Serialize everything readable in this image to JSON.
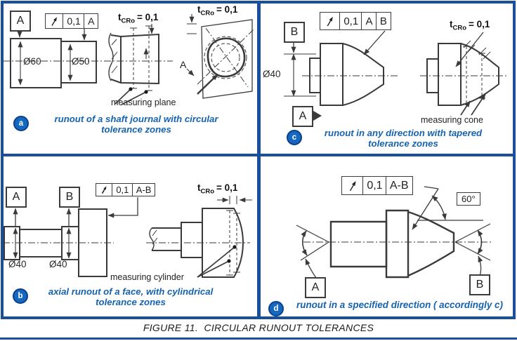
{
  "figure_caption": "FIGURE 11.  CIRCULAR RUNOUT TOLERANCES",
  "colors": {
    "frame_blue": "#1a4f9c",
    "caption_blue": "#1563b0",
    "badge_blue": "#1668bd",
    "drawing_line": "#3a3a3a"
  },
  "tcro": {
    "t": "t",
    "sub": "CRo",
    "eq": "= 0,1"
  },
  "panels": {
    "a": {
      "badge": "a",
      "caption_line1": "runout of a shaft journal with circular",
      "caption_line2": "tolerance zones",
      "datum_a": "A",
      "fcf_tolerance": "0,1",
      "fcf_datum": "A",
      "dim_large": "Ø60",
      "dim_small": "Ø50",
      "measuring_label": "measuring plane",
      "section_axis_label": "A"
    },
    "b": {
      "badge": "b",
      "caption_line1": "axial runout of a face, with cylindrical",
      "caption_line2": "tolerance zones",
      "datum_a": "A",
      "datum_b": "B",
      "fcf_tolerance": "0,1",
      "fcf_datum": "A-B",
      "dim1": "Ø40",
      "dim2": "Ø40",
      "measuring_label": "measuring cylinder"
    },
    "c": {
      "badge": "c",
      "caption_line1": "runout in any direction with tapered",
      "caption_line2": "tolerance zones",
      "datum_a": "A",
      "datum_b": "B",
      "fcf_tolerance": "0,1",
      "fcf_datum1": "A",
      "fcf_datum2": "B",
      "dim": "Ø40",
      "measuring_label": "measuring cone"
    },
    "d": {
      "badge": "d",
      "caption": "runout in a specified direction ( accordingly c)",
      "datum_a": "A",
      "datum_b": "B",
      "fcf_tolerance": "0,1",
      "fcf_datum": "A-B",
      "angle_label": "60°"
    }
  }
}
